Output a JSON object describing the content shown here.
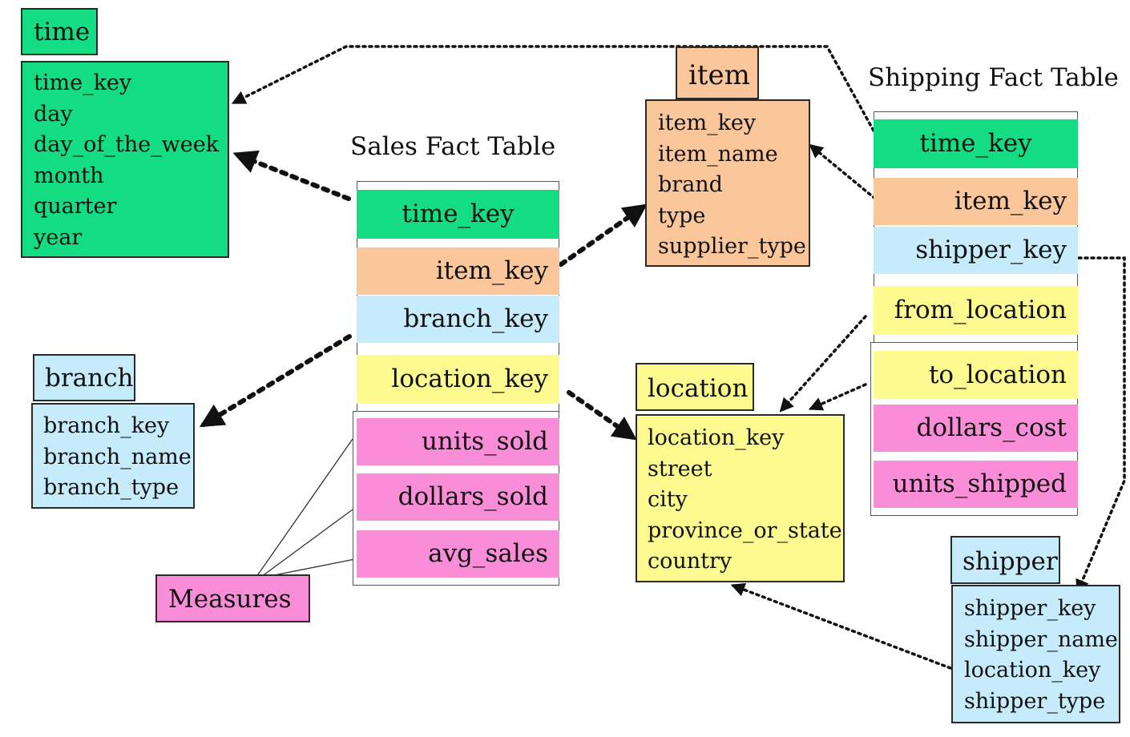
{
  "colors": {
    "green": "#14dc82",
    "orange": "#fbc69a",
    "blue": "#c6ecfb",
    "yellow": "#fdfb8f",
    "pink": "#f98dd8"
  },
  "captions": {
    "sales": "Sales Fact Table",
    "shipping": "Shipping Fact Table"
  },
  "dimensions": {
    "time": {
      "title": "time",
      "fields": [
        "time_key",
        "day",
        "day_of_the_week",
        "month",
        "quarter",
        "year"
      ]
    },
    "item": {
      "title": "item",
      "fields": [
        "item_key",
        "item_name",
        "brand",
        "type",
        "supplier_type"
      ]
    },
    "branch": {
      "title": "branch",
      "fields": [
        "branch_key",
        "branch_name",
        "branch_type"
      ]
    },
    "location": {
      "title": "location",
      "fields": [
        "location_key",
        "street",
        "city",
        "province_or_state",
        "country"
      ]
    },
    "shipper": {
      "title": "shipper",
      "fields": [
        "shipper_key",
        "shipper_name",
        "location_key",
        "shipper_type"
      ]
    }
  },
  "sales_fact": {
    "keys": [
      "time_key",
      "item_key",
      "branch_key",
      "location_key"
    ],
    "measures": [
      "units_sold",
      "dollars_sold",
      "avg_sales"
    ]
  },
  "shipping_fact": {
    "keys": [
      "time_key",
      "item_key",
      "shipper_key",
      "from_location",
      "to_location"
    ],
    "measures": [
      "dollars_cost",
      "units_shipped"
    ]
  },
  "measures_label": "Measures"
}
